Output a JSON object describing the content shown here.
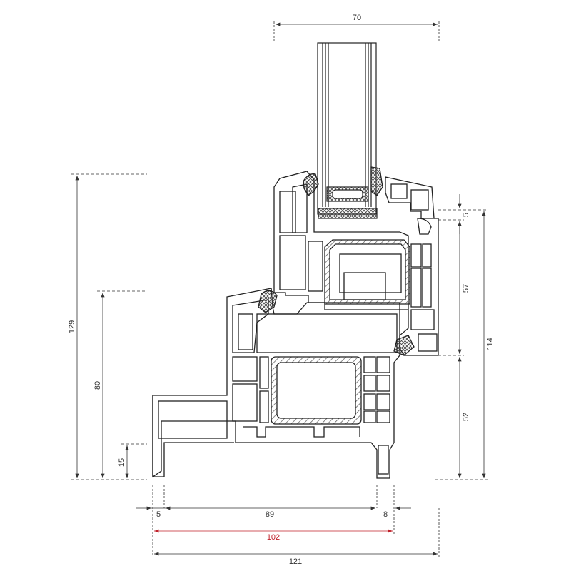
{
  "colors": {
    "line": "#222222",
    "dim": "#333333",
    "highlight": "#c0202a",
    "hatch": "#555555"
  },
  "dimensions": {
    "glazing_width": "70",
    "overall_height": "129",
    "sash_height": "114",
    "sill_step_height": "80",
    "bottom_ledge": "15",
    "sash_overlap": "5",
    "sash_middle": "57",
    "frame_lower": "52",
    "left_offset": "5",
    "frame_depth": "89",
    "right_offset": "8",
    "installation_depth": "102",
    "total_depth": "121"
  }
}
